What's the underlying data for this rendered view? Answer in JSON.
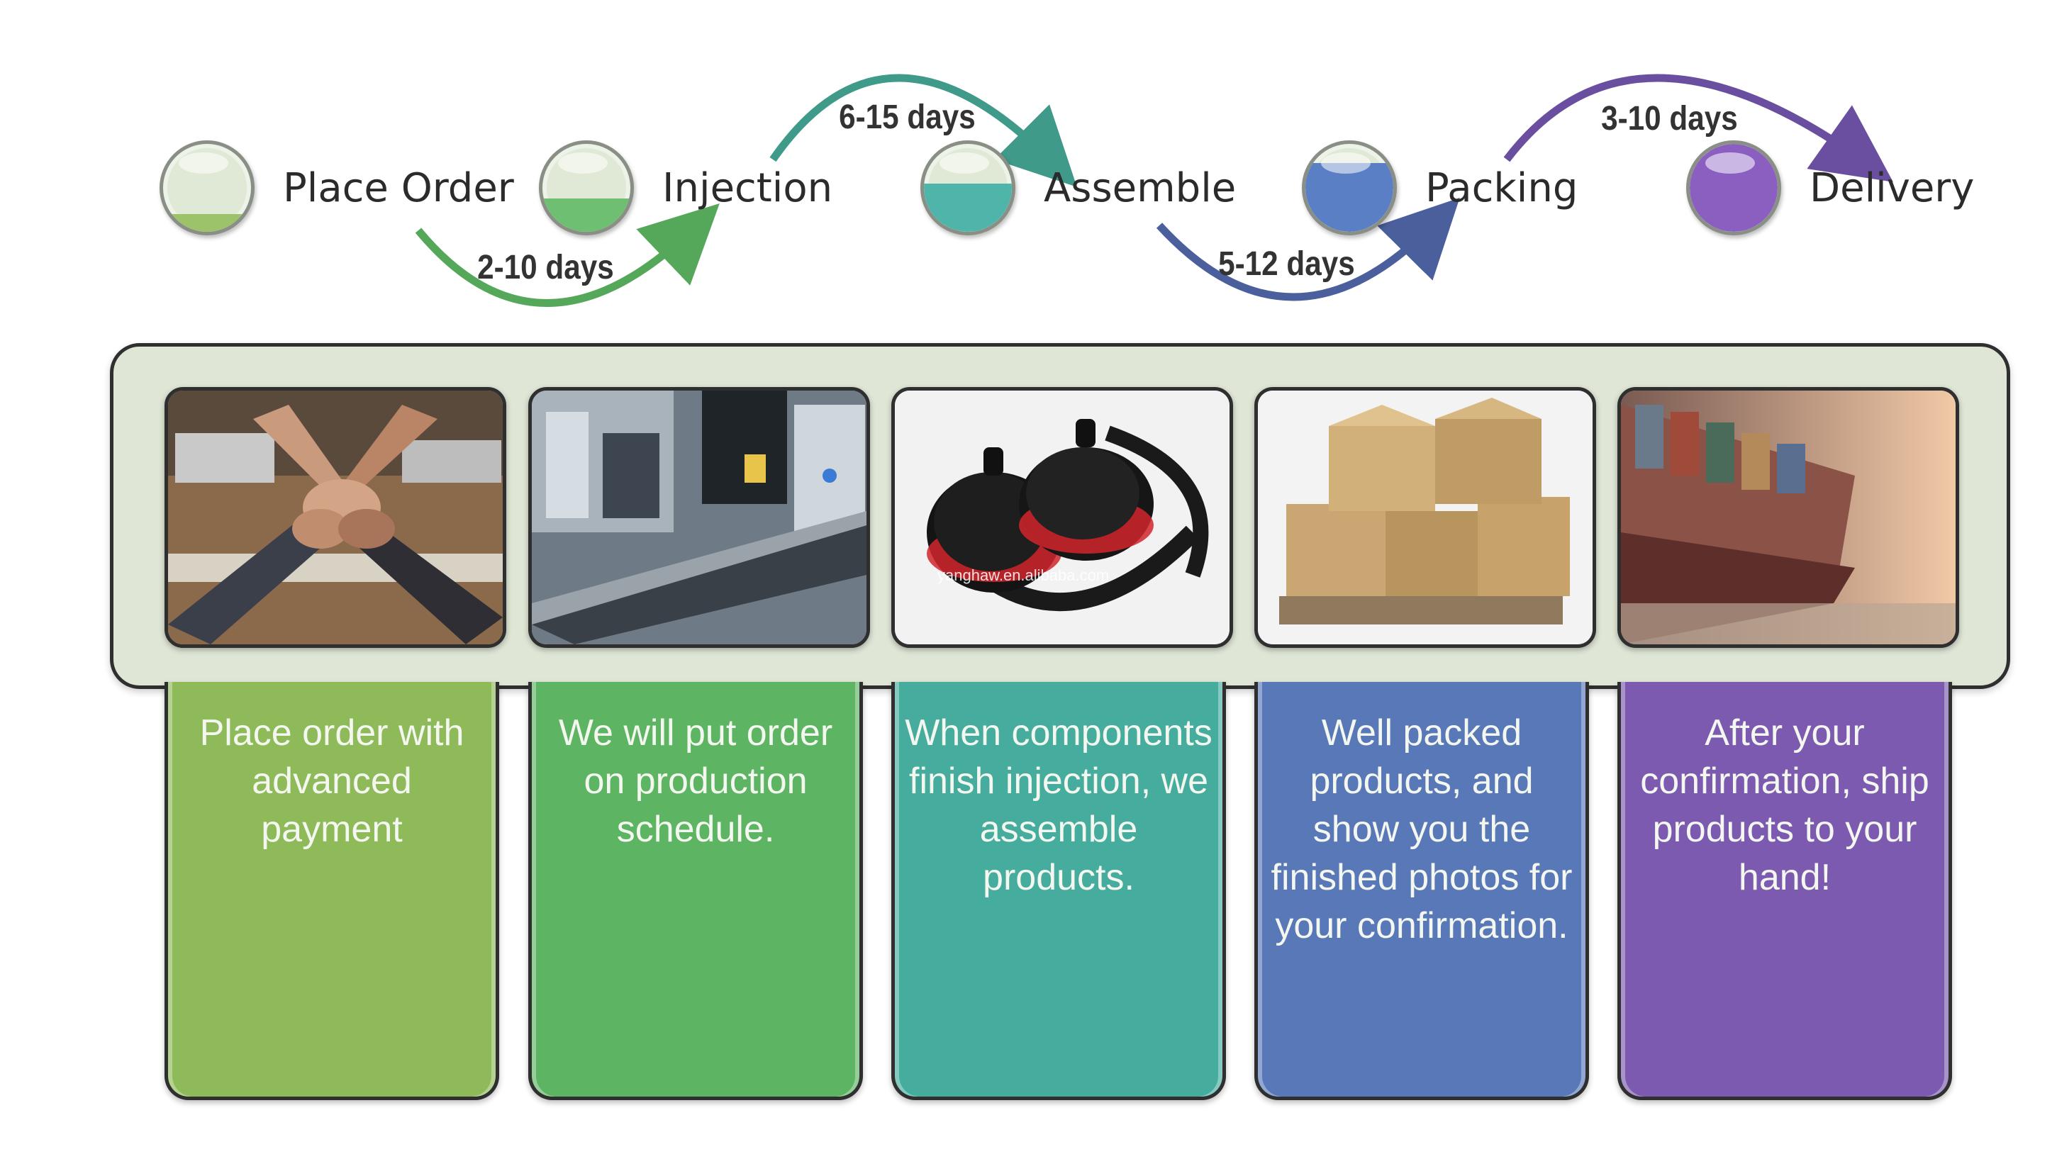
{
  "stages": [
    {
      "label": "Place Order",
      "color": "#9cc26a",
      "fill_level": 0.2,
      "icon": "stage-orb-icon"
    },
    {
      "label": "Injection",
      "color": "#6fbf73",
      "fill_level": 0.38,
      "icon": "stage-orb-icon"
    },
    {
      "label": "Assemble",
      "color": "#4fb5ab",
      "fill_level": 0.55,
      "icon": "stage-orb-icon"
    },
    {
      "label": "Packing",
      "color": "#5b7fc4",
      "fill_level": 0.78,
      "icon": "stage-orb-icon"
    },
    {
      "label": "Delivery",
      "color": "#8a5fc0",
      "fill_level": 1.0,
      "icon": "stage-orb-icon"
    }
  ],
  "durations": [
    {
      "text": "2-10 days",
      "color": "#55a85a"
    },
    {
      "text": "6-15 days",
      "color": "#3f9a8a"
    },
    {
      "text": "5-12 days",
      "color": "#4a5f9c"
    },
    {
      "text": "3-10 days",
      "color": "#6a4fa0"
    }
  ],
  "photos": [
    {
      "subject": "team-hands-photo"
    },
    {
      "subject": "injection-machine-photo"
    },
    {
      "subject": "earmuff-product-photo",
      "watermark": "yanghaw.en.alibaba.com"
    },
    {
      "subject": "cardboard-boxes-photo"
    },
    {
      "subject": "cargo-ship-photo"
    }
  ],
  "cards": [
    {
      "text": "Place order with advanced payment",
      "color": "#8fba5a"
    },
    {
      "text": "We will put order on production schedule.",
      "color": "#5db462"
    },
    {
      "text": "When components finish injection, we assemble products.",
      "color": "#46ad9e"
    },
    {
      "text": "Well packed products, and show you the finished photos for your confirmation.",
      "color": "#5878b8"
    },
    {
      "text": "After your confirmation, ship products to your hand!",
      "color": "#7b5ab0"
    }
  ]
}
